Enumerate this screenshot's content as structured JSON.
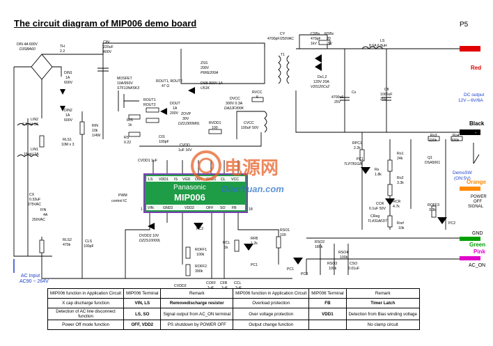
{
  "header": {
    "title": "The circuit diagram of MIP006 demo board",
    "page": "P5"
  },
  "chip": {
    "brand": "Panasonic",
    "name": "MIP006",
    "top_pins": [
      "LS",
      "VDD1",
      "IS",
      "VGD",
      "OUT",
      "GND1",
      "CL",
      "VCC"
    ],
    "bottom_pins": [
      "VIN",
      "GND2",
      "VDD2",
      "OFF",
      "SO",
      "FB"
    ],
    "pin_numbers": {
      "left": "1",
      "right": "18"
    }
  },
  "pwm": {
    "line1": "PWM",
    "line2": "control IC"
  },
  "components": {
    "din": {
      "l1": "DIN 4A 600V",
      "l2": "D3SBA60"
    },
    "th": {
      "l1": "TH",
      "l2": "2.2"
    },
    "cin": {
      "l1": "CIN",
      "l2": "220uF",
      "l3": "400V"
    },
    "din1": {
      "l1": "DIN1",
      "l2": "1A",
      "l3": "600V"
    },
    "din2": {
      "l1": "DIN2",
      "l2": "1A",
      "l3": "600V"
    },
    "mosfet": {
      "l1": "MOSFET",
      "l2": "10A/950V",
      "l3": "STF13NK5K3"
    },
    "rout": {
      "l1": "ROUT1, ROUT2",
      "l2": "47 Ω"
    },
    "rout1": "ROUT1",
    "rout2": "ROUT2",
    "dout": {
      "l1": "DOUT",
      "l2": "1A",
      "l3": "200V"
    },
    "zss": {
      "l1": "ZSS",
      "l2": "200V",
      "l3": "P6KE200A"
    },
    "dsb": {
      "l1": "DSB 800V 1A",
      "l2": "U51K"
    },
    "cy": {
      "l1": "CY",
      "l2": "4700pF/250VAC"
    },
    "t1": "T1",
    "csbs": {
      "l1": "CSBs",
      "l2": "470pF",
      "l3": "1kV"
    },
    "rsbs": {
      "l1": "RSBs",
      "l2": "20",
      "l3": "2W"
    },
    "ds12": {
      "l1": "Ds1,2",
      "l2": "120V 20A",
      "l3": "V20120Cx2"
    },
    "ls": {
      "l1": "LS",
      "l2": "8.6A  6.8uH"
    },
    "cs": {
      "l1": "Cs",
      "l2": "4700uF",
      "l3": "25V"
    },
    "cfl": {
      "l1": "Cfl",
      "l2": "1000uF",
      "l3": "25V"
    },
    "dvcc": {
      "l1": "DVCC",
      "l2": "300V 0.3A",
      "l3": "DA2JF300K"
    },
    "rvcc": {
      "l1": "RVCC",
      "l2": "6"
    },
    "cvcc": {
      "l1": "CVCC",
      "l2": "100uF 50V"
    },
    "rvdd1": {
      "l1": "RVDD1",
      "l2": "100"
    },
    "zovp": {
      "l1": "ZOVP",
      "l2": "30V",
      "l3": "DZ2J300M0L"
    },
    "cvdd": {
      "l1": "CVDD",
      "l2": "1uF 16V"
    },
    "cvdd1": "CVDD1 1uF",
    "cis": {
      "l1": "CIS",
      "l2": "100pF"
    },
    "ris": {
      "l1": "RIS",
      "l2": "1k"
    },
    "rs": {
      "l1": "RS",
      "l2": "0.22"
    },
    "rin": {
      "l1": "RIN",
      "l2": "10k",
      "l3": "1/4W"
    },
    "lin2": {
      "l1": "LIN2",
      "l2": "6.8mH  3A"
    },
    "lin1": {
      "l1": "LIN1",
      "l2": "15mH  3A"
    },
    "rls1": {
      "l1": "RLS1",
      "l2": "10M x 3"
    },
    "cx": {
      "l1": "CX",
      "l2": "0.33uF",
      "l3": "275VAC"
    },
    "fin": {
      "l1": "FIN",
      "l2": "4A",
      "l3": "250VAC"
    },
    "rls2": {
      "l1": "RLS2",
      "l2": "470k"
    },
    "cls": {
      "l1": "CLS",
      "l2": "100pF"
    },
    "dvdd2": {
      "l1": "DVDD2 10V",
      "l2": "DZ2S10000L"
    },
    "pc2": "PC2",
    "roff1": {
      "l1": "ROFF1",
      "l2": "100k"
    },
    "roff2": {
      "l1": "ROFF2",
      "l2": "390k"
    },
    "cvdd2": "CVDD2",
    "coff": {
      "l1": "COFF",
      "l2": "1uF"
    },
    "cfb": {
      "l1": "CFB",
      "l2": "1uF"
    },
    "ccl": {
      "l1": "CCL",
      "l2": "1uF"
    },
    "rcl": {
      "l1": "RCL",
      "l2": "1k"
    },
    "rfb": {
      "l1": "RFB",
      "l2": "1.2k"
    },
    "pc1": "PC1",
    "pc3": "PC3",
    "rso1": {
      "l1": "RSO1",
      "l2": "100"
    },
    "rpc1": {
      "l1": "RPC1",
      "l2": "2.2k"
    },
    "pc1b": {
      "l1": "PC1",
      "l2": "TLP781GB"
    },
    "rs2": {
      "l1": "Rs",
      "l2": "1.8k"
    },
    "ccr": {
      "l1": "CCR",
      "l2": "0.1uF 50V"
    },
    "rcr": {
      "l1": "RCR",
      "l2": "4.7k"
    },
    "creg": {
      "l1": "CReg",
      "l2": "TL431AFDT"
    },
    "ro1": {
      "l1": "Ro1",
      "l2": "24k"
    },
    "ro2": {
      "l1": "Ro2",
      "l2": "3.3k"
    },
    "rref": {
      "l1": "Rref",
      "l2": "10k"
    },
    "ro3": {
      "l1": "Ro3",
      "l2": "220k"
    },
    "ro4": {
      "l1": "Ro4",
      "l2": "330k"
    },
    "q1": {
      "l1": "Q1",
      "l2": "DSA5001"
    },
    "roff3": {
      "l1": "ROFF3",
      "l2": "3.3k"
    },
    "pc2b": "PC2",
    "rso2": {
      "l1": "RSO2",
      "l2": "180k"
    },
    "rso3": {
      "l1": "RSO3",
      "l2": "100k"
    },
    "rso4": {
      "l1": "RSO4",
      "l2": "100k"
    },
    "cso": {
      "l1": "CSO",
      "l2": "0.01uF"
    }
  },
  "terminals": {
    "red": "Red",
    "dc_output": {
      "l1": "DC output",
      "l2": "12V⇔6V/6A"
    },
    "black": "Black",
    "demosw": {
      "l1": "DemoSW",
      "l2": "(ON:5V)"
    },
    "orange": "Orange",
    "power_off": {
      "l1": "POWER",
      "l2": "OFF",
      "l3": "SIGNAL"
    },
    "gnd": "GND",
    "green": "Green",
    "pink": "Pink",
    "ac_on": "AC_ON",
    "ac_input": {
      "l1": "AC Input",
      "l2": "AC90 ~ 264V"
    },
    "plus": "+",
    "minus": "-"
  },
  "watermark": {
    "cn": "电源网",
    "en": "DianYuan.com"
  },
  "colors": {
    "chip_fill": "#1e9c46",
    "chip_border": "#7a3fb0",
    "dc_blue": "#1a3fc8",
    "red": "#e00000",
    "orange": "#ff8a00",
    "green": "#00a000",
    "pink": "#e000c8",
    "watermark": "#e8622a"
  },
  "table": {
    "headers": [
      "MIP006 function in Application Circuit",
      "MIP006 Terminal",
      "Remark",
      "MIP006 function in Application Circuit",
      "MIP006 Terminal",
      "Remark"
    ],
    "rows": [
      [
        "X cap discharge function",
        "VIN, LS",
        "Removedischarge resistor",
        "Overload protection",
        "FB",
        "Timer Latch"
      ],
      [
        "Detection of AC line disconnect function",
        "LS, SO",
        "Signal output from AC_ON terminal",
        "Over voltage protection",
        "VDD1",
        "Detection from Bias winding voltage"
      ],
      [
        "Power Off mode function",
        "OFF, VDD2",
        "PS shutdown by POWER OFF",
        "Output change function",
        "",
        "No clamp circuit"
      ]
    ]
  }
}
